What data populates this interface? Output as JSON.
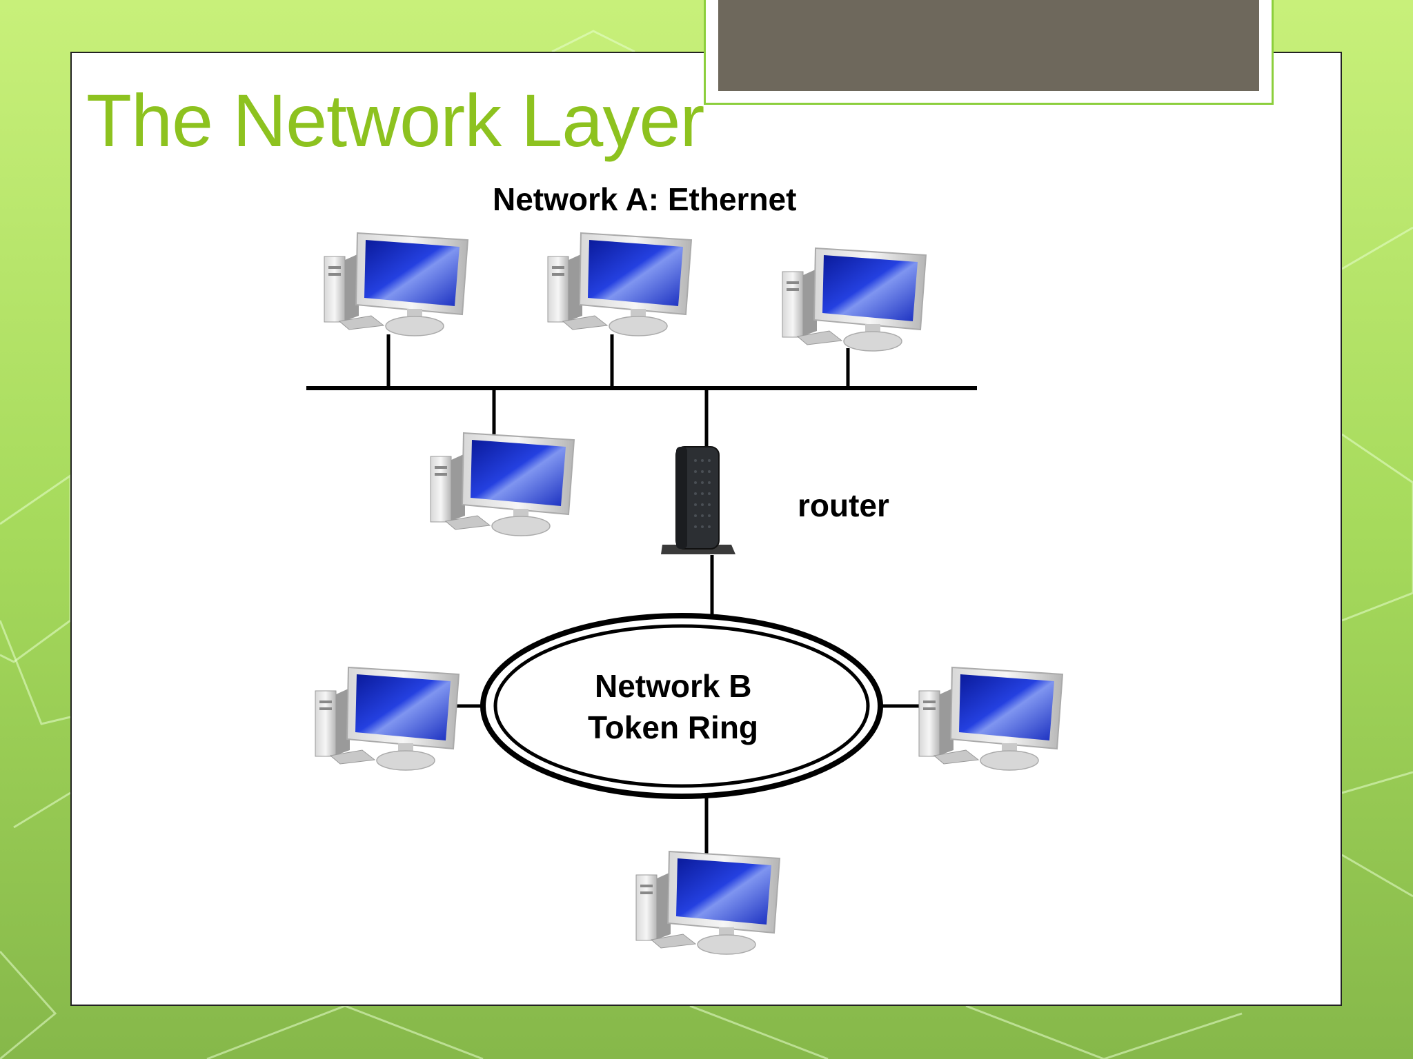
{
  "slide": {
    "title": "The Network Layer"
  },
  "diagram": {
    "network_a_label": "Network A: Ethernet",
    "router_label": "router",
    "network_b_line1": "Network B",
    "network_b_line2": "Token Ring"
  },
  "colors": {
    "title_green": "#8dc21f",
    "background_green": "#9fd457",
    "monitor_blue": "#1f35c8",
    "tab_brown": "#6e685c"
  }
}
